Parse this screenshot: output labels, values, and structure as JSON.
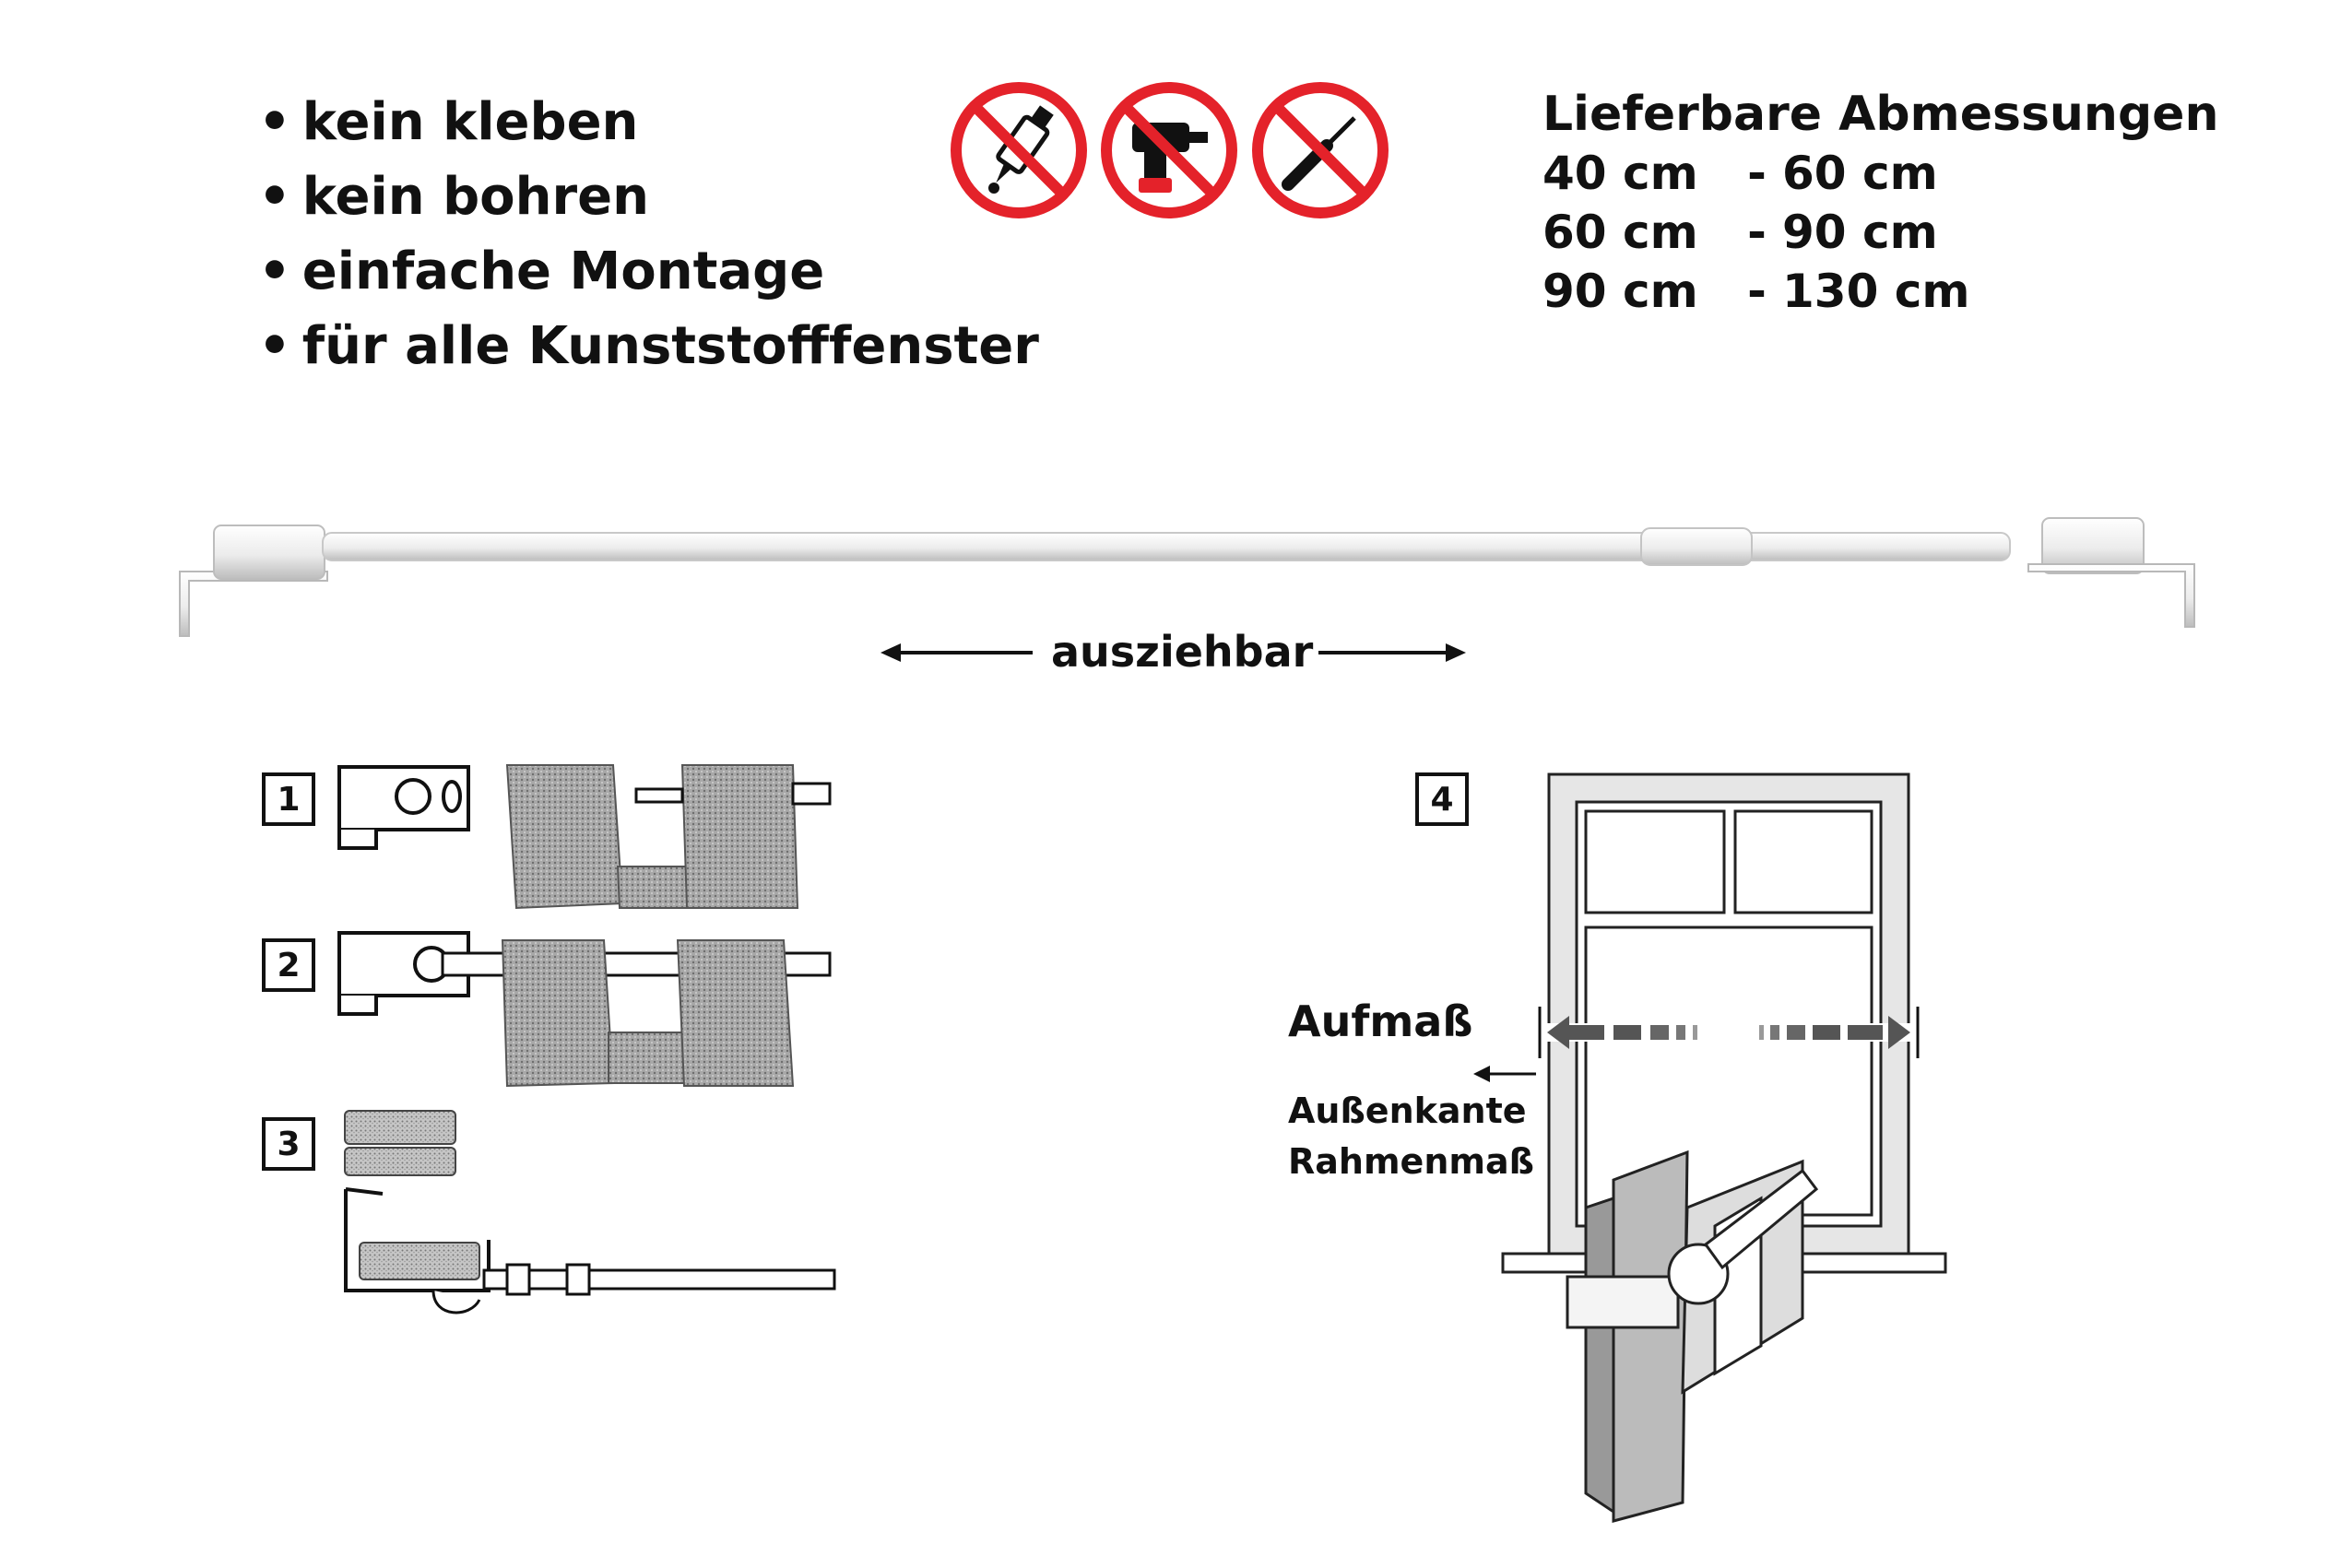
{
  "features": [
    "kein kleben",
    "kein bohren",
    "einfache Montage",
    "für alle Kunststofffenster"
  ],
  "dimensions": {
    "title": "Lieferbare Abmessungen",
    "rows": [
      {
        "from": "40 cm",
        "dash": "-",
        "to": "60 cm"
      },
      {
        "from": "60 cm",
        "dash": "-",
        "to": "90 cm"
      },
      {
        "from": "90 cm",
        "dash": "-",
        "to": "130 cm"
      }
    ]
  },
  "prohibited_icons": [
    "no-glue-icon",
    "no-drill-icon",
    "no-screwdriver-icon"
  ],
  "rod": {
    "extendable_label": "ausziehbar"
  },
  "steps": [
    "1",
    "2",
    "3",
    "4"
  ],
  "measure": {
    "title": "Aufmaß",
    "line1": "Außenkante",
    "line2": "Rahmenmaß"
  },
  "colors": {
    "prohibition_red": "#e4222a",
    "fabric_gray": "#9a9a9a",
    "rod_white": "#f2f2f2"
  }
}
